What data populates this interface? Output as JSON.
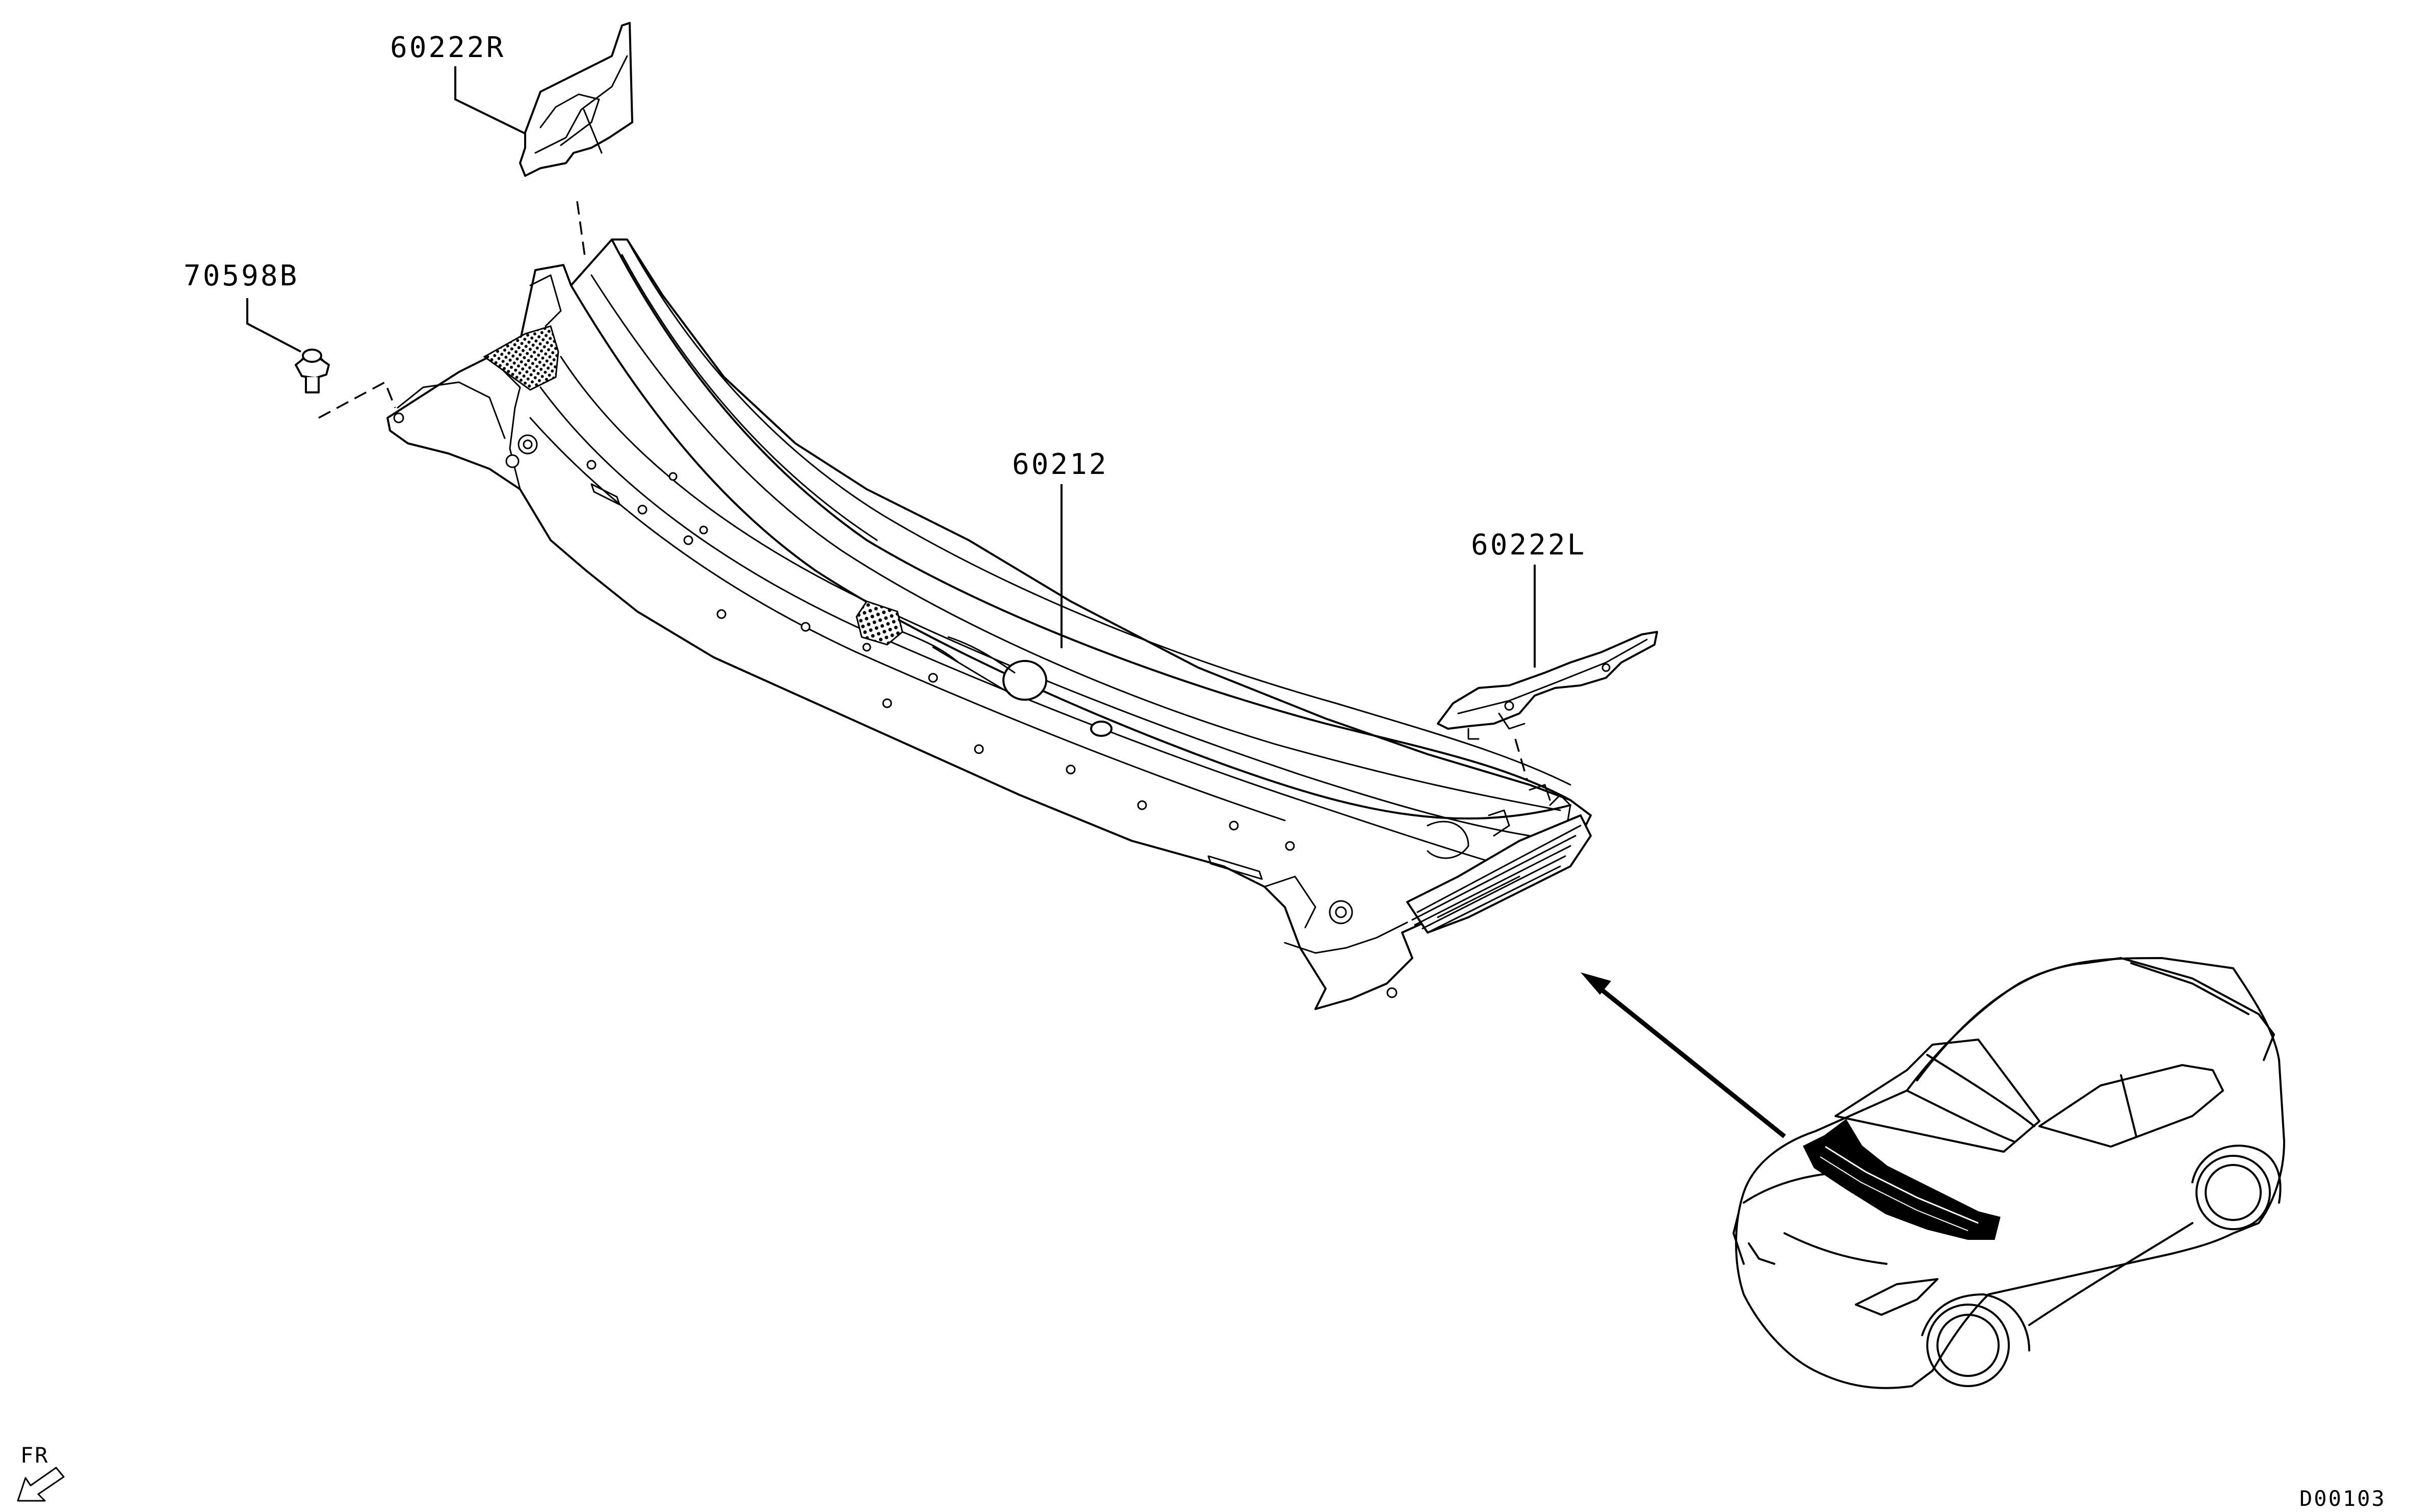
{
  "diagram": {
    "callouts": {
      "cowl_top_ventilator": "60212",
      "seal_right": "60222R",
      "seal_left": "60222L",
      "clip": "70598B"
    },
    "front_indicator": "FR",
    "diagram_code": "D00103"
  }
}
